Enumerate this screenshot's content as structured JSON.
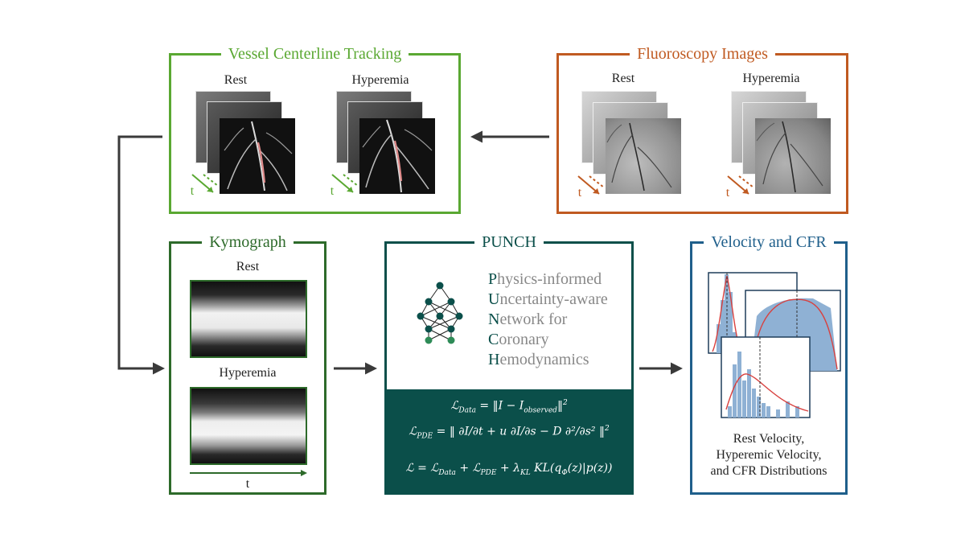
{
  "colors": {
    "tracking": "#5aa832",
    "fluoro": "#c05a21",
    "kymo": "#2d6a2a",
    "punch": "#0b4f4a",
    "velocity": "#1f5f8b",
    "arrow": "#3a3a3a",
    "hist": "#8fb1d4",
    "fit": "#d8413f"
  },
  "tracking": {
    "title": "Vessel Centerline Tracking",
    "rest_label": "Rest",
    "hyper_label": "Hyperemia",
    "time_label": "t"
  },
  "fluoro": {
    "title": "Fluoroscopy Images",
    "rest_label": "Rest",
    "hyper_label": "Hyperemia",
    "time_label": "t"
  },
  "kymograph": {
    "title": "Kymograph",
    "rest_label": "Rest",
    "hyper_label": "Hyperemia",
    "time_label": "t"
  },
  "punch": {
    "title": "PUNCH",
    "acronym": [
      {
        "initial": "P",
        "rest": "hysics-informed"
      },
      {
        "initial": "U",
        "rest": "ncertainty-aware"
      },
      {
        "initial": "N",
        "rest": "etwork for"
      },
      {
        "initial": "C",
        "rest": "oronary"
      },
      {
        "initial": "H",
        "rest": "emodynamics"
      }
    ],
    "icon": "neural-network-icon"
  },
  "velocity": {
    "title": "Velocity and CFR",
    "caption_lines": [
      "Rest Velocity,",
      "Hyperemic Velocity,",
      "and CFR Distributions"
    ]
  }
}
